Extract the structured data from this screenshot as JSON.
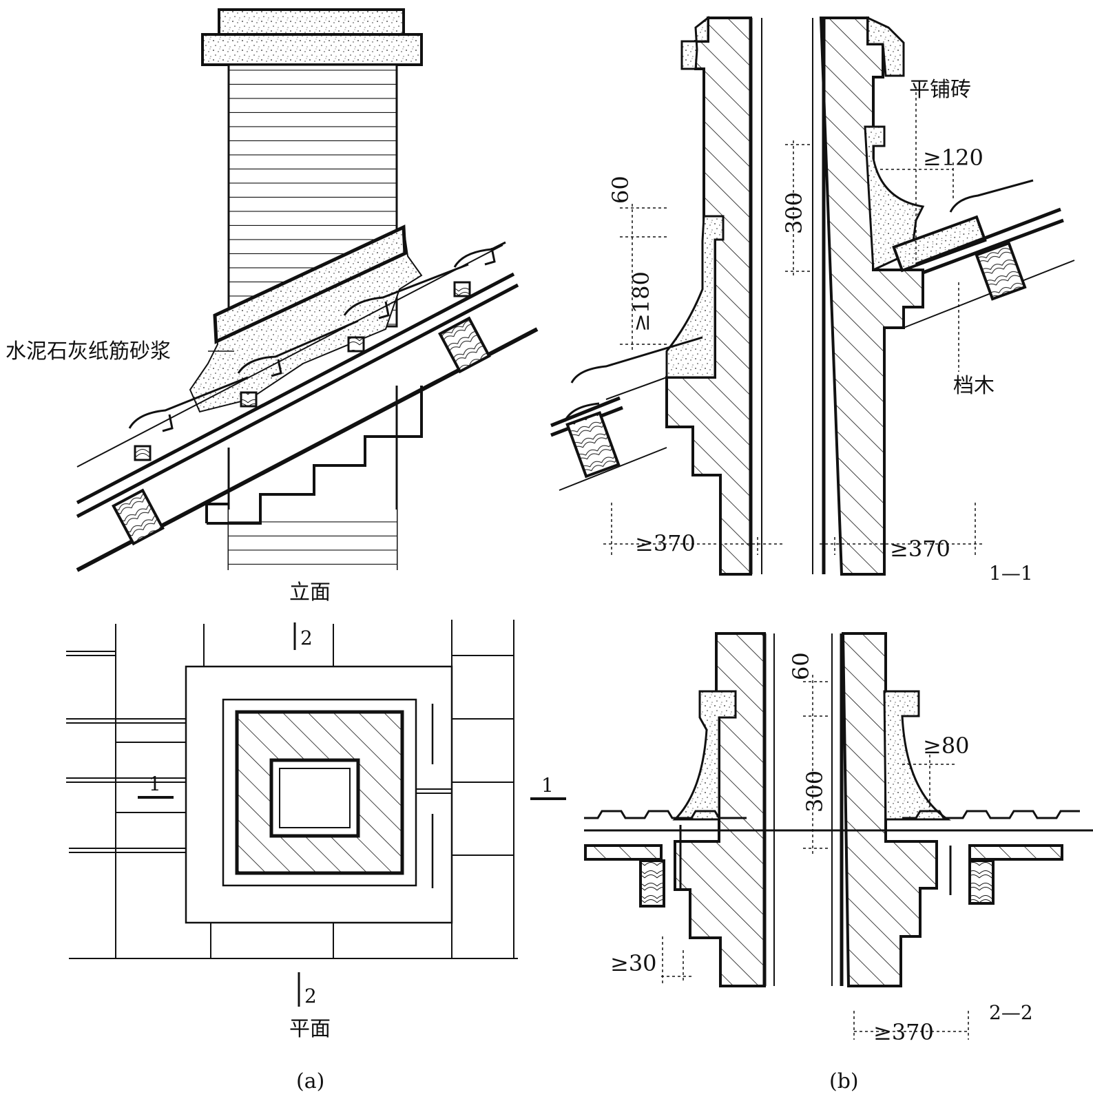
{
  "elevation": {
    "caption": "立面",
    "callout_mortar": "水泥石灰纸筋砂浆"
  },
  "plan": {
    "caption": "平面",
    "section_mark_1_left": "1",
    "section_mark_1_right": "1",
    "section_mark_2_top": "2",
    "section_mark_2_bottom": "2"
  },
  "section_1_1": {
    "title": "1—1",
    "label_flat_brick": "平铺砖",
    "label_wood_strip": "档木",
    "dim_60": "60",
    "dim_180": "≥180",
    "dim_300": "300",
    "dim_120": "≥120",
    "dim_370_left": "≥370",
    "dim_370_right": "≥370"
  },
  "section_2_2": {
    "title": "2—2",
    "dim_60": "60",
    "dim_300": "300",
    "dim_80": "≥80",
    "dim_30": "≥30",
    "dim_370": "≥370"
  },
  "figure_labels": {
    "a": "(a)",
    "b": "(b)"
  }
}
